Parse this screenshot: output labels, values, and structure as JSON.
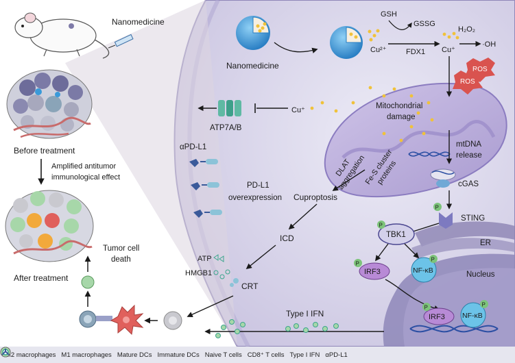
{
  "left_panel": {
    "nanomedicine": "Nanomedicine",
    "before": "Before treatment",
    "effect_line1": "Amplified antitumor",
    "effect_line2": "immunological effect",
    "death_line1": "Tumor cell",
    "death_line2": "death",
    "after": "After treatment"
  },
  "cell": {
    "nanomedicine": "Nanomedicine",
    "gsh": "GSH",
    "gssg": "GSSG",
    "cu2": "Cu²⁺",
    "fdx1": "FDX1",
    "cu1": "Cu⁺",
    "h2o2": "H₂O₂",
    "oh": "·OH",
    "ros1": "ROS",
    "ros2": "ROS",
    "cu_export": "Cu⁺",
    "atp7": "ATP7A/B",
    "mito_line1": "Mitochondrial",
    "mito_line2": "damage",
    "dlat_line1": "DLAT",
    "dlat_line2": "aggregation",
    "fes_line1": "Fe-S cluster",
    "fes_line2": "proteins",
    "mtdna_line1": "mtDNA",
    "mtdna_line2": "release",
    "apdl1": "αPD-L1",
    "pdl1_line1": "PD-L1",
    "pdl1_line2": "overexpression",
    "cuproptosis": "Cuproptosis",
    "cgas": "cGAS",
    "sting": "STING",
    "p": "P",
    "tbk1": "TBK1",
    "er": "ER",
    "irf3": "IRF3",
    "nfkb": "NF-κB",
    "nucleus": "Nucleus",
    "icd": "ICD",
    "atp": "ATP",
    "hmgb1": "HMGB1",
    "crt": "CRT",
    "ifn": "Type I IFN",
    "irf3_n": "IRF3",
    "nfkb_n": "NF-κB"
  },
  "legend": [
    {
      "label": "M2 macrophages",
      "icon": "m2-macrophage-icon",
      "color": "#7b7aa6"
    },
    {
      "label": "M1 macrophages",
      "icon": "m1-macrophage-icon",
      "color": "#f2a93b"
    },
    {
      "label": "Mature DCs",
      "icon": "mature-dc-icon",
      "color": "#e0605c"
    },
    {
      "label": "Immature DCs",
      "icon": "immature-dc-icon",
      "color": "#c9c9cf"
    },
    {
      "label": "Naive T cells",
      "icon": "naive-t-cell-icon",
      "color": "#8aa4b8"
    },
    {
      "label": "CD8⁺ T cells",
      "icon": "cd8-t-cell-icon",
      "color": "#a7d7a9"
    },
    {
      "label": "Type I IFN",
      "icon": "type-i-ifn-icon",
      "color": "#3aa58c"
    },
    {
      "label": "αPD-L1",
      "icon": "apdl1-icon",
      "color": "#3a5a9a"
    }
  ],
  "colors": {
    "cell_fill": "#d9d6ec",
    "cytoplasm": "#c9c3e3",
    "mito": "#bcb0da",
    "nano": "#3a9ad9",
    "copper": "#f0c23a",
    "ros": "#d9534f",
    "irf3": "#b88ad6",
    "nfkb": "#6cc3e8",
    "p_badge": "#7dc47a"
  }
}
